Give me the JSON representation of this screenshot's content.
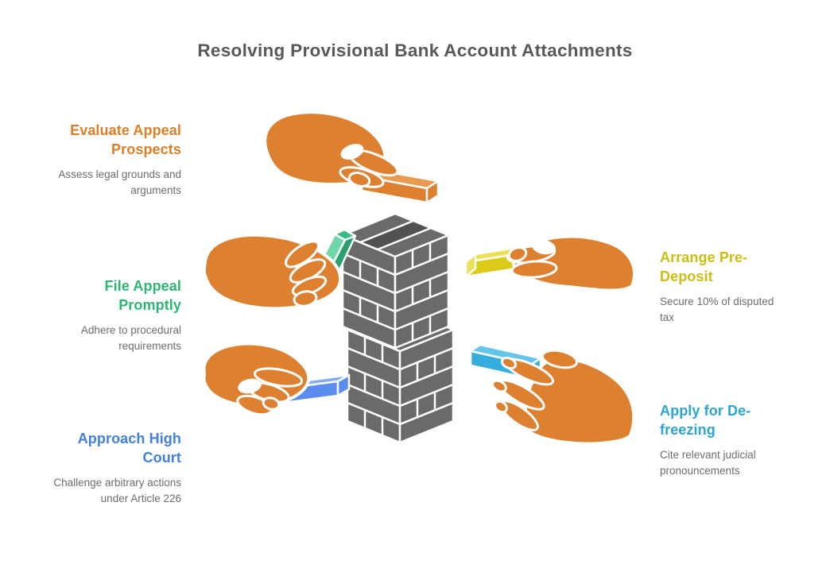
{
  "title": "Resolving Provisional Bank Account Attachments",
  "colors": {
    "title": "#58595B",
    "description": "#6C6D70",
    "hand": "#DD8130",
    "tower": "#6A6A6A",
    "tower_gap": "#525252",
    "outline": "#FFFFFF",
    "orange_block": "#DD8130",
    "orange_block_top": "#E89A4F",
    "green_block": "#33BD82",
    "green_block_top": "#6FD6A8",
    "green_block_dark": "#2AA06E",
    "blue_block": "#5B8DEE",
    "blue_block_top": "#82ABF4",
    "yellow_block": "#DBCA16",
    "yellow_block_top": "#EADF55",
    "cyan_block": "#35AEDD",
    "cyan_block_top": "#63C5E9"
  },
  "steps": [
    {
      "label": "Evaluate Appeal Prospects",
      "description": "Assess legal grounds and arguments",
      "color": "#DD7E27",
      "block": "orange"
    },
    {
      "label": "File Appeal Promptly",
      "description": "Adhere to procedural requirements",
      "color": "#2FB573",
      "block": "green"
    },
    {
      "label": "Approach High Court",
      "description": "Challenge arbitrary actions under Article 226",
      "color": "#4180DF",
      "block": "blue"
    },
    {
      "label": "Arrange Pre-Deposit",
      "description": "Secure 10% of disputed tax",
      "color": "#CDBD11",
      "block": "yellow"
    },
    {
      "label": "Apply for De-freezing",
      "description": "Cite relevant judicial pronouncements",
      "color": "#2AA5D4",
      "block": "cyan"
    }
  ],
  "illustration": {
    "tower": "jenga-tower",
    "hands": [
      "hand-placing-orange-block",
      "hand-holding-green-block",
      "hand-placing-blue-block",
      "hand-holding-yellow-block",
      "hand-holding-cyan-block"
    ]
  }
}
